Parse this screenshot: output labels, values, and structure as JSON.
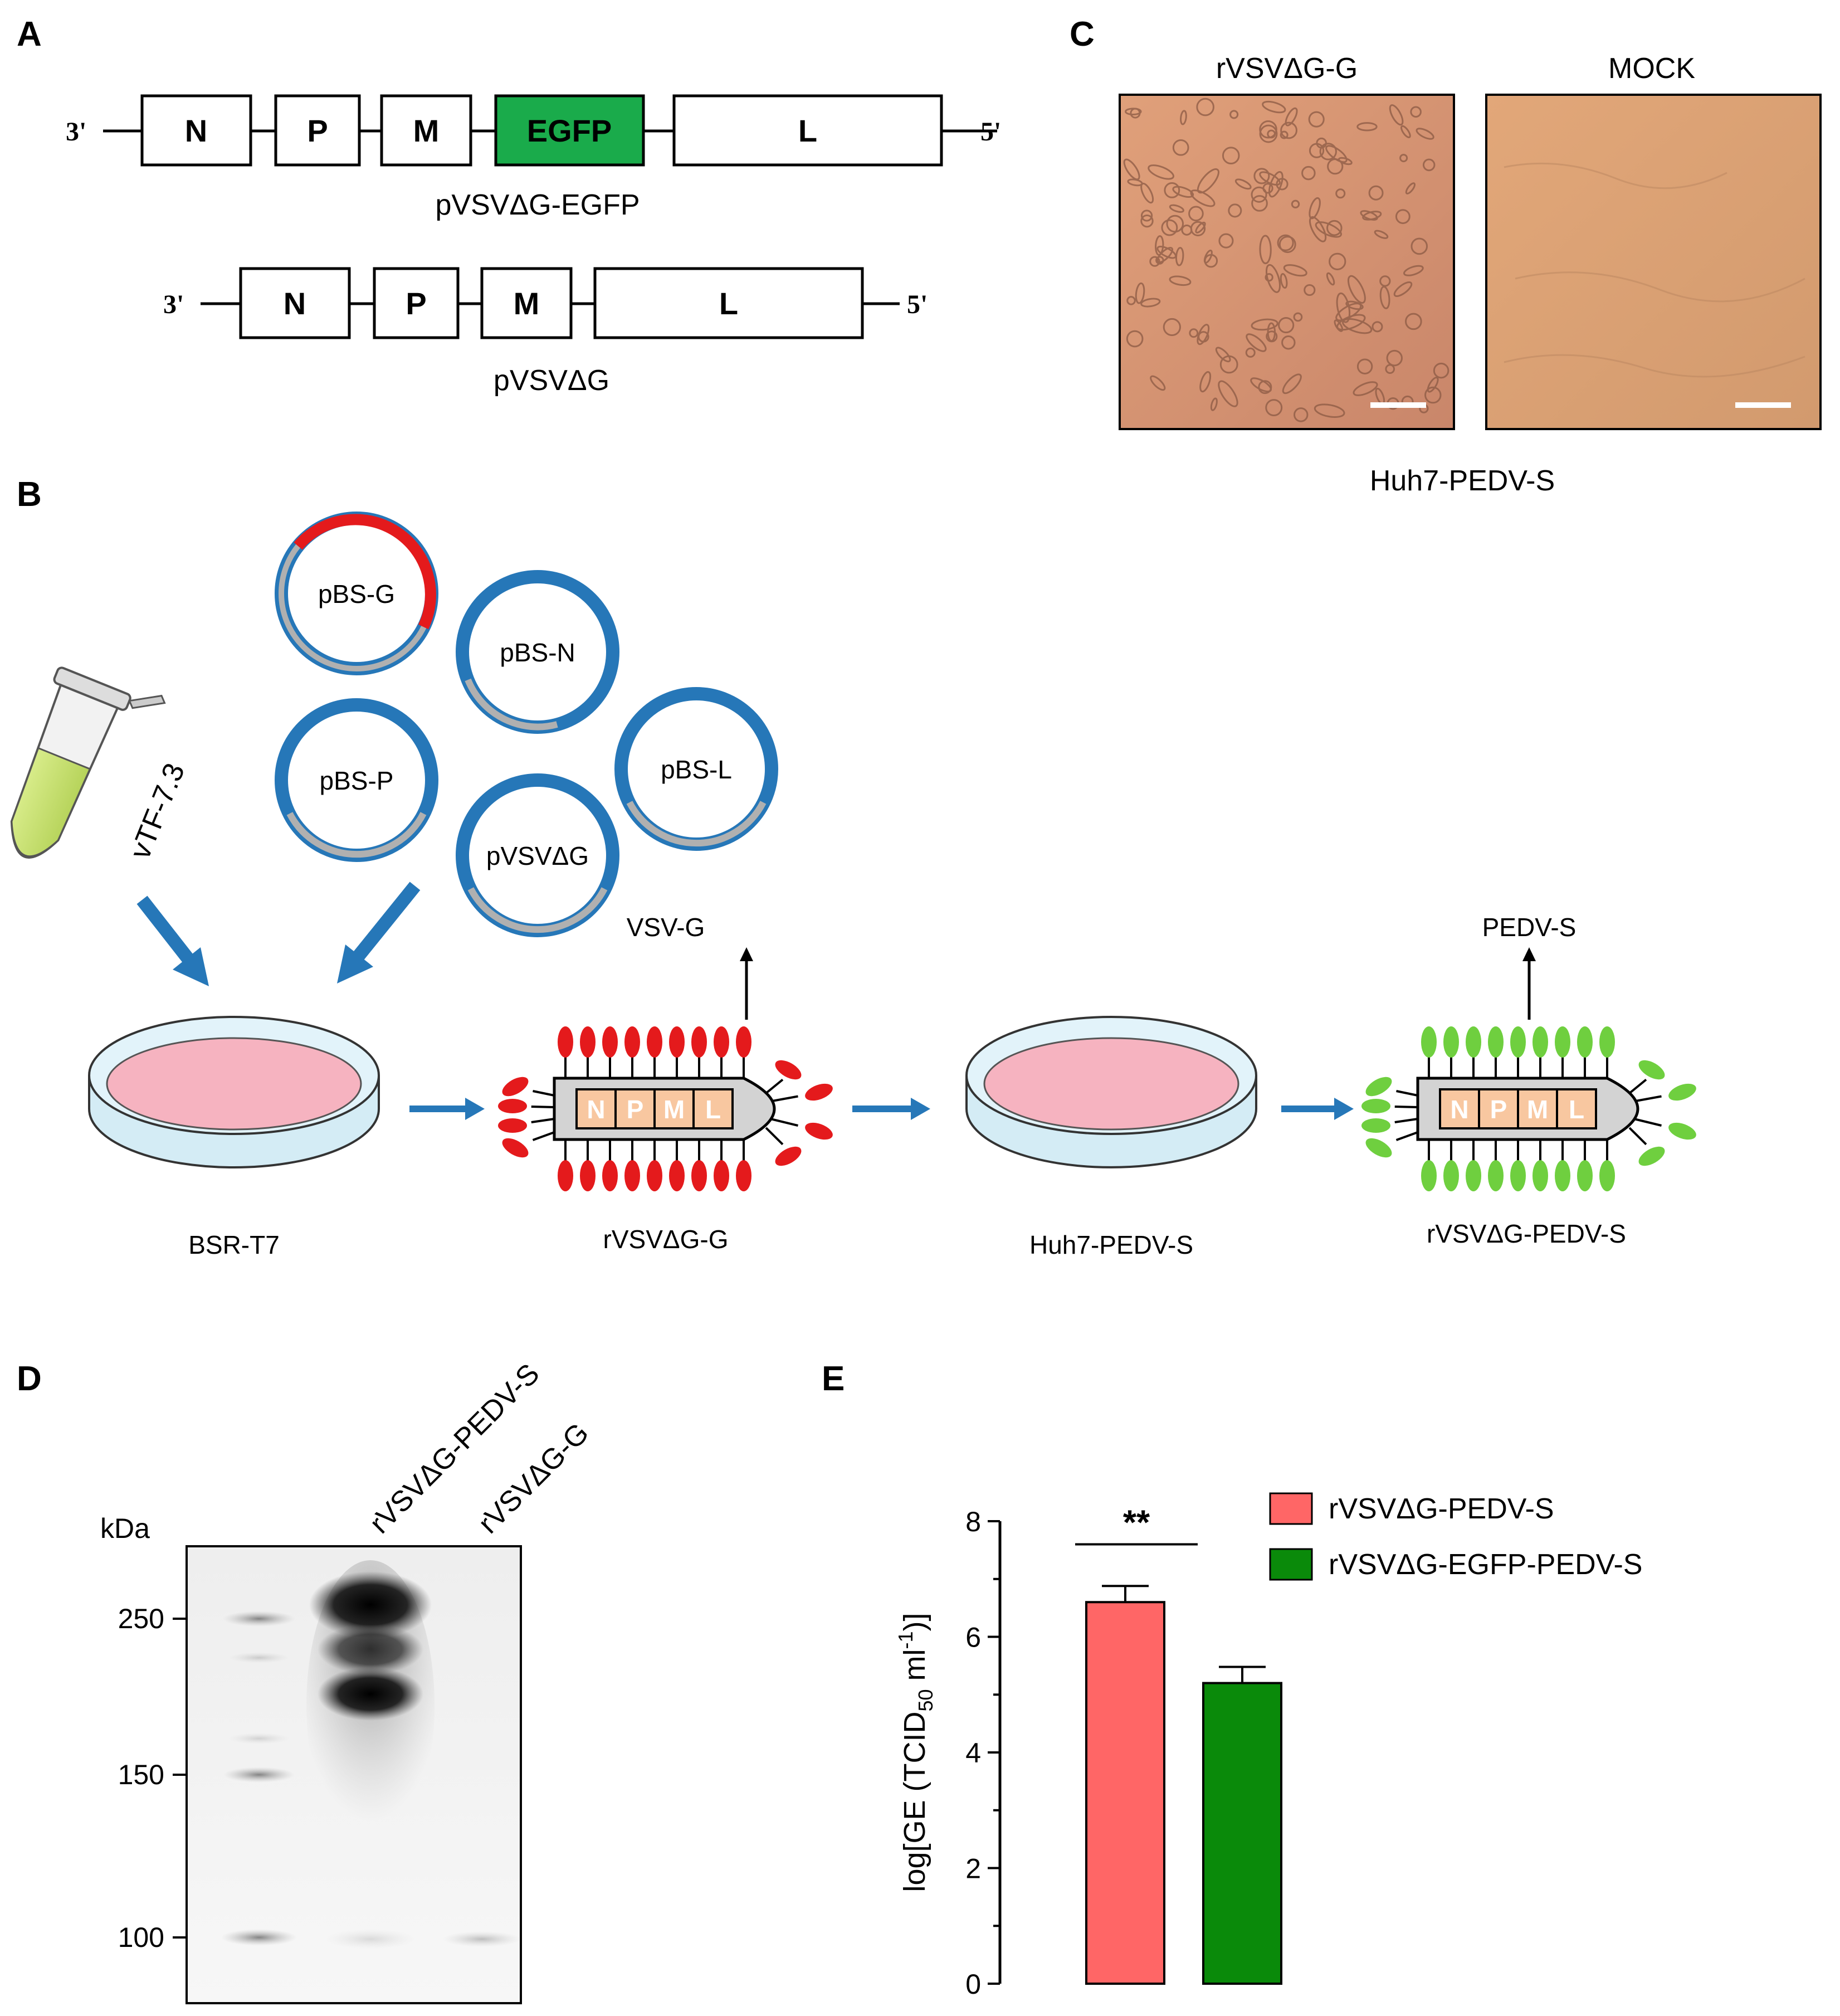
{
  "panels": {
    "A": {
      "letter": "A",
      "constructs": [
        {
          "name": "pVSVΔG-EGFP",
          "end3": "3'",
          "end5": "5'",
          "segments": [
            {
              "label": "N",
              "fill": "#ffffff"
            },
            {
              "label": "P",
              "fill": "#ffffff"
            },
            {
              "label": "M",
              "fill": "#ffffff"
            },
            {
              "label": "EGFP",
              "fill": "#1aab4b"
            },
            {
              "label": "L",
              "fill": "#ffffff"
            }
          ]
        },
        {
          "name": "pVSVΔG",
          "end3": "3'",
          "end5": "5'",
          "segments": [
            {
              "label": "N",
              "fill": "#ffffff"
            },
            {
              "label": "P",
              "fill": "#ffffff"
            },
            {
              "label": "M",
              "fill": "#ffffff"
            },
            {
              "label": "L",
              "fill": "#ffffff"
            }
          ]
        }
      ]
    },
    "B": {
      "letter": "B",
      "tube_label": "vTF-7.3",
      "plasmids": [
        "pBS-G",
        "pBS-N",
        "pBS-P",
        "pVSVΔG",
        "pBS-L"
      ],
      "dish1": "BSR-T7",
      "virus1": "rVSVΔG-G",
      "virus1_protein": "VSV-G",
      "dish2": "Huh7-PEDV-S",
      "virus2": "rVSVΔG-PEDV-S",
      "virus2_protein": "PEDV-S",
      "genome": [
        "N",
        "P",
        "M",
        "L"
      ],
      "colors": {
        "red_spike": "#e41a1c",
        "green_spike": "#6fcf3f",
        "plasmid_blue": "#2677b8",
        "dish_pink": "#f6b3c0",
        "genome_orange": "#f8c7a0"
      }
    },
    "C": {
      "letter": "C",
      "image1_title": "rVSVΔG-G",
      "image2_title": "MOCK",
      "caption": "Huh7-PEDV-S"
    },
    "D": {
      "letter": "D",
      "lanes": [
        "rVSVΔG-PEDV-S",
        "rVSVΔG-G"
      ],
      "unit": "kDa",
      "markers": [
        "250",
        "150",
        "100"
      ]
    },
    "E": {
      "letter": "E",
      "significance": "**"
    }
  },
  "chart_data": {
    "type": "bar",
    "ylabel": "log[GE (TCID50 ml-1)]",
    "ylim": [
      0,
      8
    ],
    "yticks": [
      0,
      2,
      4,
      6,
      8
    ],
    "series": [
      {
        "name": "rVSVΔG-PEDV-S",
        "values": [
          6.6
        ],
        "error": [
          0.28
        ],
        "color": "#ff6666"
      },
      {
        "name": "rVSVΔG-EGFP-PEDV-S",
        "values": [
          5.2
        ],
        "error": [
          0.28
        ],
        "color": "#0a8a0a"
      }
    ],
    "legend": "top-right",
    "significance": "**"
  }
}
